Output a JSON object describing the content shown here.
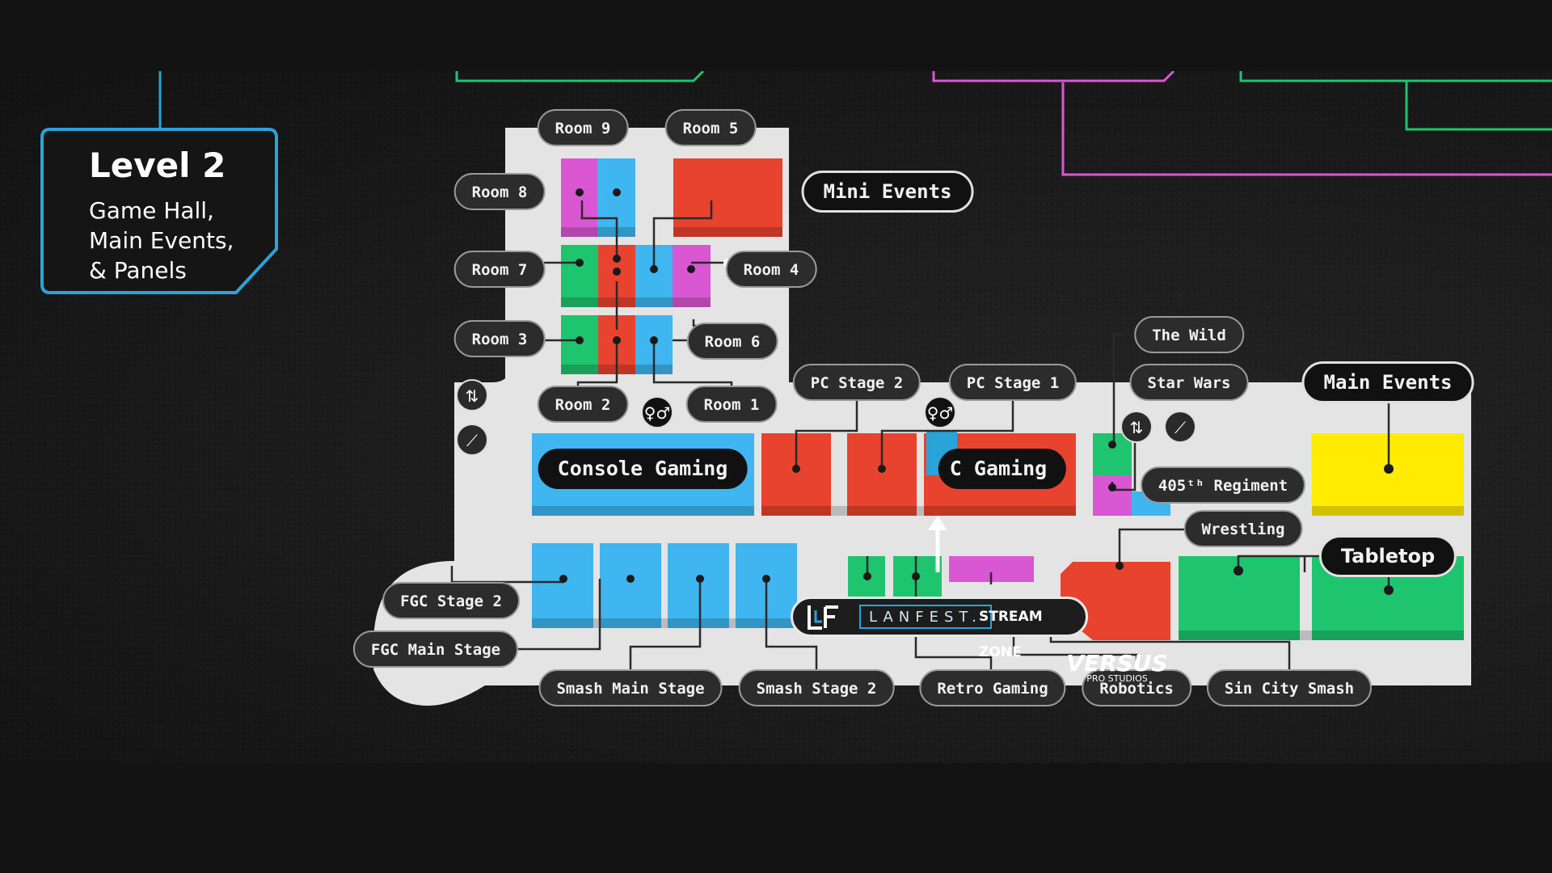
{
  "level": {
    "title": "Level 2",
    "subtitle": [
      "Game Hall,",
      "Main Events,",
      "& Panels"
    ]
  },
  "colors": {
    "red": "#e8432e",
    "blue": "#3fb6f0",
    "green": "#1fc46e",
    "magenta": "#d957d2",
    "yellow": "#ffec00",
    "floor": "#e4e4e4",
    "accent": "#2aa3d8"
  },
  "labels": {
    "room9": "Room 9",
    "room5": "Room 5",
    "room8": "Room 8",
    "room7": "Room 7",
    "room4": "Room 4",
    "room3": "Room 3",
    "room6": "Room 6",
    "room2": "Room 2",
    "room1": "Room 1",
    "mini_events": "Mini Events",
    "pc_stage_2": "PC Stage 2",
    "pc_stage_1": "PC Stage 1",
    "the_wild": "The Wild",
    "star_wars": "Star Wars",
    "main_events": "Main Events",
    "console_gaming": "Console Gaming",
    "pc_gaming": "C Gaming",
    "regiment": "405ᵗʰ Regiment",
    "wrestling": "Wrestling",
    "tabletop": "Tabletop",
    "fgc_stage_2": "FGC Stage 2",
    "fgc_main_stage": "FGC Main Stage",
    "smash_main_stage": "Smash Main Stage",
    "smash_stage_2": "Smash Stage 2",
    "retro_gaming": "Retro Gaming",
    "robotics": "Robotics",
    "sin_city_smash": "Sin City Smash"
  },
  "stream_zone": {
    "brand": "LANFEST.",
    "label": "STREAM ZONE"
  },
  "versus": {
    "name": "VERSUS",
    "sub": "PRO STUDIOS"
  },
  "icons": {
    "restroom": "restroom-icon",
    "elevator": "elevator-icon",
    "escalator": "escalator-icon"
  }
}
